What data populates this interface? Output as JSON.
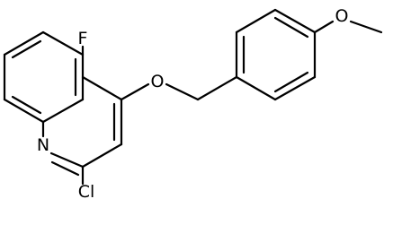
{
  "molecule": {
    "atoms": {
      "fluorine": "F",
      "ring_oxygen": "O",
      "nitrogen": "N",
      "chlorine": "Cl",
      "methoxy_oxygen": "O"
    },
    "colors": {
      "bond": "#000000",
      "text": "#000000",
      "background": "#ffffff"
    }
  }
}
